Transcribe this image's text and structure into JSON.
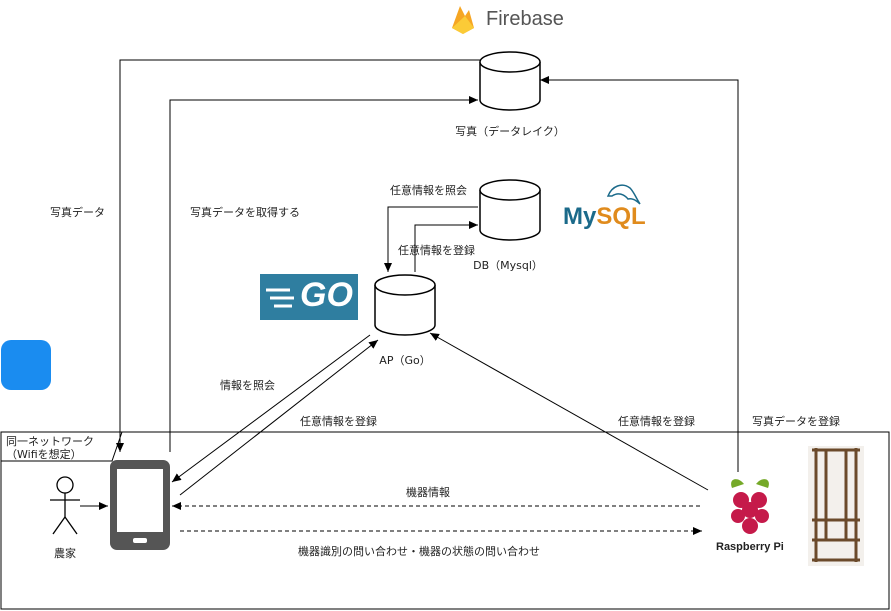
{
  "firebase": {
    "logo_text": "Firebase"
  },
  "nodes": {
    "photo_db_label": "写真（データレイク）",
    "mysql_db_label": "DB（Mysql）",
    "ap_label": "AP（Go）",
    "farmer_label": "農家",
    "raspberry_label": "Raspberry Pi",
    "network_label_line1": "同一ネットワーク",
    "network_label_line2": "（Wifiを想定）"
  },
  "logos": {
    "go_text": "GO",
    "mysql_my": "My",
    "mysql_sql": "SQL"
  },
  "edges": {
    "photo_data": "写真データ",
    "get_photo_data": "写真データを取得する",
    "query_optional_info": "任意情報を照会",
    "register_optional_info_db": "任意情報を登録",
    "query_info": "情報を照会",
    "register_optional_info_phone": "任意情報を登録",
    "register_optional_info_rpi": "任意情報を登録",
    "register_photo_data": "写真データを登録",
    "device_info": "機器情報",
    "device_query": "機器識別の問い合わせ・機器の状態の問い合わせ"
  },
  "colors": {
    "wifi": "#1a8cf0",
    "go": "#2f7ea0",
    "mysql_blue": "#1b6a8a",
    "mysql_orange": "#e08b1d",
    "firebase_flame": "#f6a623",
    "rpi_red": "#c51a4a"
  }
}
